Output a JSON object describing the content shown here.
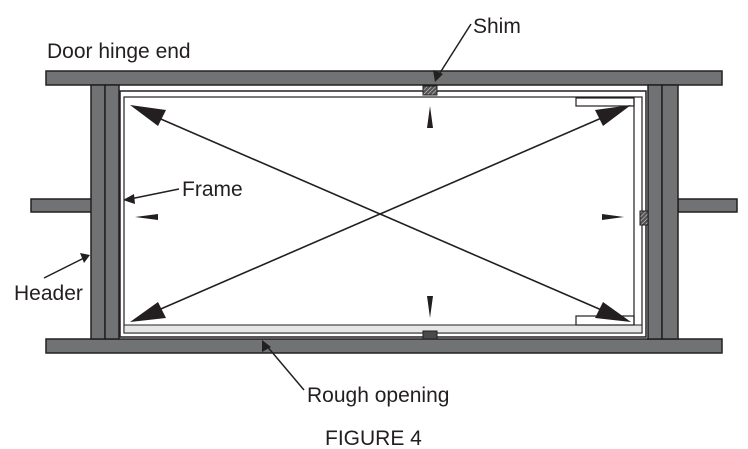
{
  "labels": {
    "door_hinge_end": "Door hinge end",
    "shim": "Shim",
    "frame": "Frame",
    "header": "Header",
    "rough_opening": "Rough opening"
  },
  "caption": "FIGURE 4",
  "colors": {
    "lumber": "#707273",
    "outline": "#231f20",
    "frame_fill": "#e6e6e6",
    "shim": "#4a4a4a"
  }
}
